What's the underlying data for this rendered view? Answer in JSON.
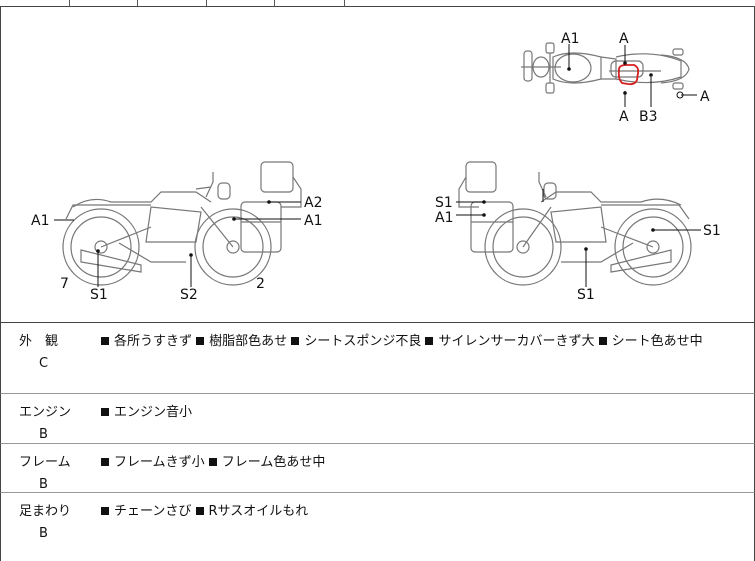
{
  "header_row": {},
  "diagram": {
    "top_view": {
      "labels": [
        "A1",
        "A",
        "A",
        "A",
        "B3"
      ]
    },
    "left_view": {
      "labels": [
        "A1",
        "A2",
        "A1",
        "7",
        "S1",
        "S2",
        "2"
      ]
    },
    "right_view": {
      "labels": [
        "S1",
        "A1",
        "S1",
        "S1"
      ]
    }
  },
  "sections": [
    {
      "category": "外　観",
      "grade": "C",
      "items": [
        "各所うすきず",
        "樹脂部色あせ",
        "シートスポンジ不良",
        "サイレンサーカバーきず大",
        "シート色あせ中"
      ]
    },
    {
      "category": "エンジン",
      "grade": "B",
      "items": [
        "エンジン音小"
      ]
    },
    {
      "category": "フレーム",
      "grade": "B",
      "items": [
        "フレームきず小",
        "フレーム色あせ中"
      ]
    },
    {
      "category": "足まわり",
      "grade": "B",
      "items": [
        "チェーンさび",
        "Rサスオイルもれ"
      ]
    }
  ]
}
